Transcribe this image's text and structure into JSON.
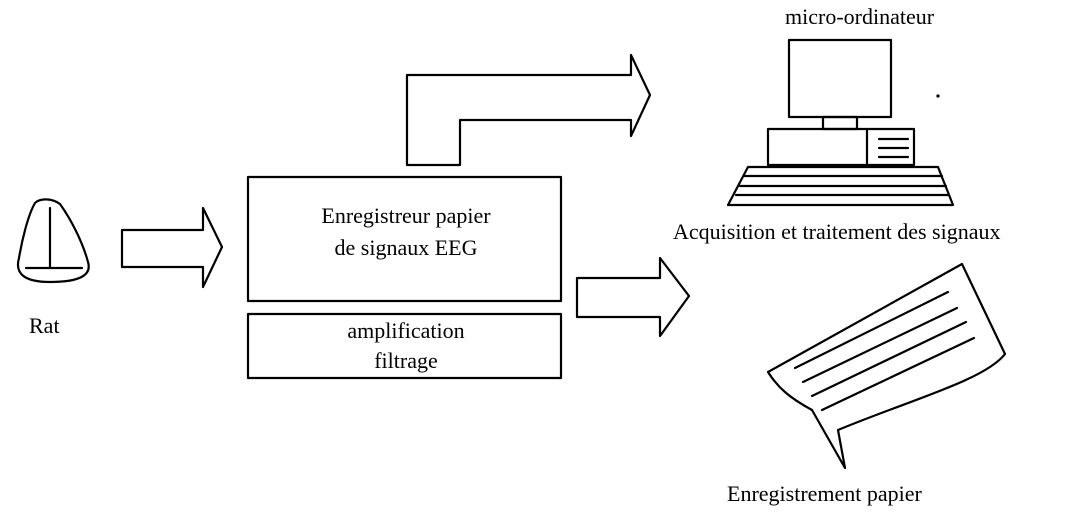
{
  "rat_label": "Rat",
  "recorder": {
    "line1": "Enregistreur papier",
    "line2": "de signaux EEG"
  },
  "amplifier": {
    "line1": "amplification",
    "line2": "filtrage"
  },
  "computer": {
    "title": "micro-ordinateur",
    "caption": "Acquisition et traitement des signaux"
  },
  "paper_output_label": "Enregistrement papier"
}
